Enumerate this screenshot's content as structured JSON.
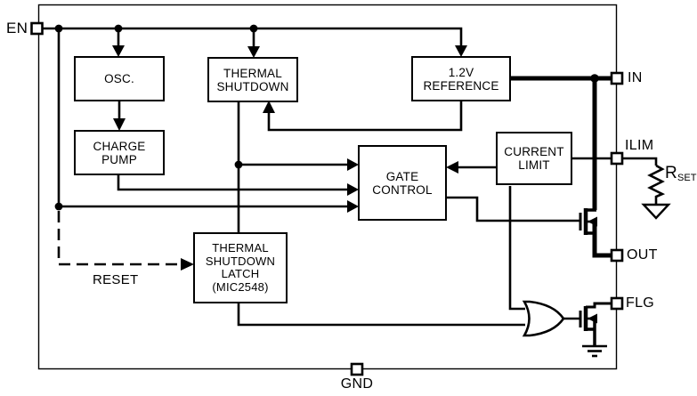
{
  "diagram": {
    "pins": {
      "en": "EN",
      "in": "IN",
      "ilim": "ILIM",
      "out": "OUT",
      "flg": "FLG",
      "gnd": "GND"
    },
    "blocks": {
      "osc": "OSC.",
      "charge_pump": "CHARGE\nPUMP",
      "thermal_shutdown": "THERMAL\nSHUTDOWN",
      "reference": "1.2V\nREFERENCE",
      "gate_control": "GATE\nCONTROL",
      "current_limit": "CURRENT\nLIMIT",
      "thermal_shutdown_latch": "THERMAL\nSHUTDOWN\nLATCH\n(MIC2548)"
    },
    "labels": {
      "reset": "RESET",
      "rset_base": "R",
      "rset_sub": "SET"
    },
    "colors": {
      "line": "#000000",
      "background": "#ffffff",
      "block_fill": "#ffffff"
    }
  }
}
